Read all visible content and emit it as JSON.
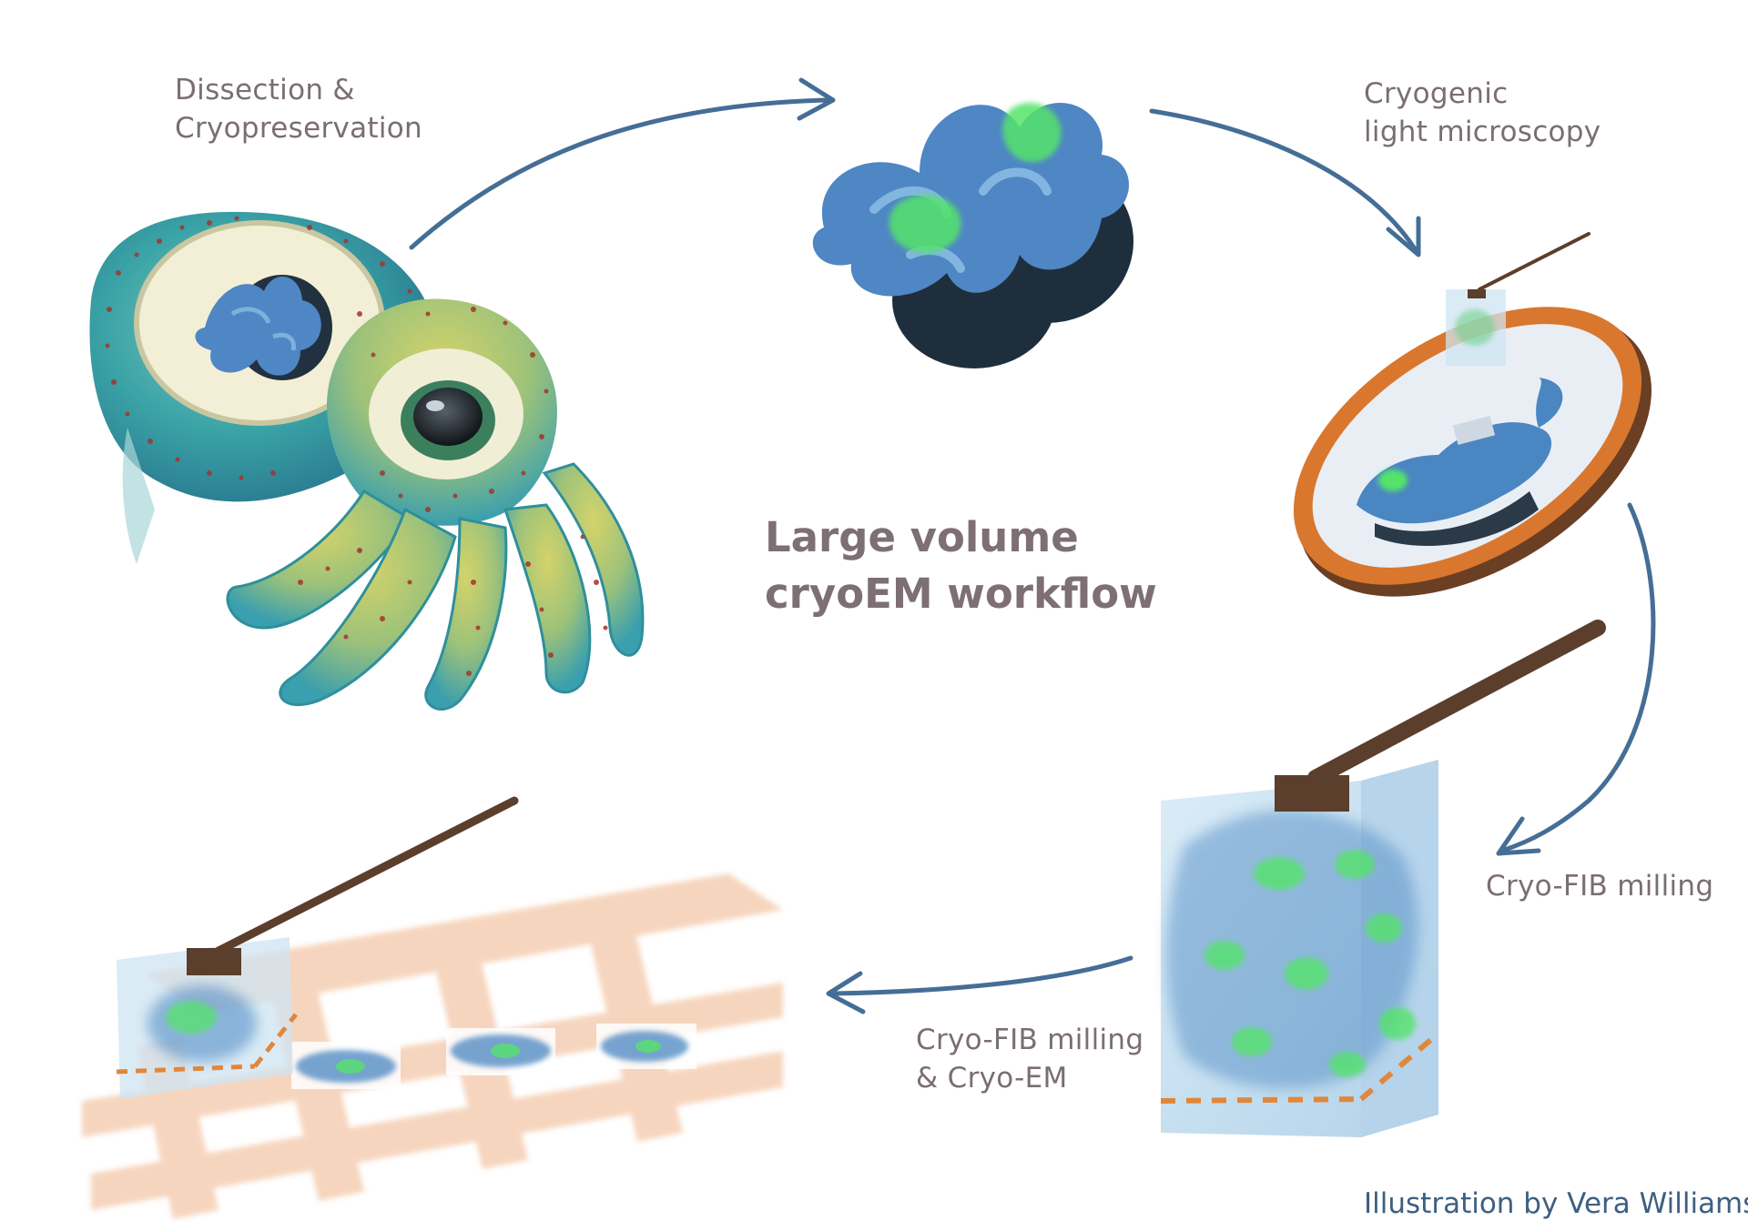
{
  "labels": {
    "dissection": [
      "Dissection &",
      "Cryopreservation"
    ],
    "cryo_light": [
      "Cryogenic",
      "light microscopy"
    ],
    "cryo_fib": "Cryo-FIB milling",
    "cryo_fib_em": [
      "Cryo-FIB milling",
      "& Cryo-EM"
    ]
  },
  "title": [
    "Large volume",
    "cryoEM workflow"
  ],
  "credit": "Illustration by Vera Williams",
  "colors": {
    "label_text": "#7a6e72",
    "credit_text": "#3d5f82",
    "arrow": "#456e96",
    "tissue_blue": "#4a86c2",
    "fluorescence_green": "#55e36a",
    "ring_orange": "#d9772e",
    "grid_peach": "#f0b48a",
    "needle_brown": "#5b3e2c",
    "cuttlefish_teal": "#2fa5a8",
    "cuttlefish_spots": "#a1352f"
  }
}
